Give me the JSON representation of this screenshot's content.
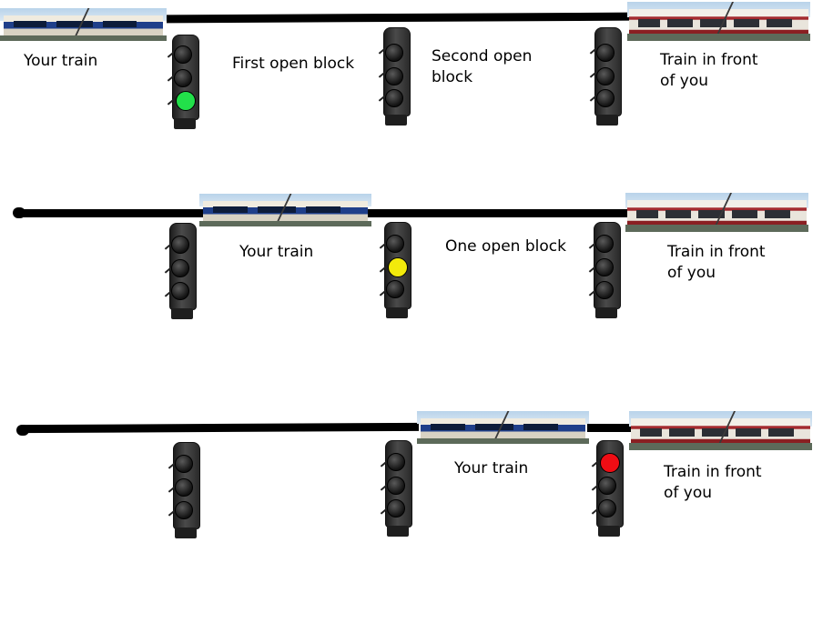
{
  "scenarios": [
    {
      "labels": [
        "Your train",
        "First open block",
        "Second open\nblock",
        "Train in front\nof you"
      ],
      "signals": [
        "green",
        "off",
        "off"
      ]
    },
    {
      "labels": [
        "Your train",
        "One open block",
        "Train in front\nof you"
      ],
      "signals": [
        "off",
        "yellow",
        "off"
      ]
    },
    {
      "labels": [
        "Your train",
        "Train in front\nof you"
      ],
      "signals": [
        "off",
        "off",
        "red"
      ]
    }
  ],
  "colors": {
    "green": "#22e04a",
    "yellow": "#f2ea0b",
    "red": "#ef0d14",
    "track": "#000000"
  }
}
